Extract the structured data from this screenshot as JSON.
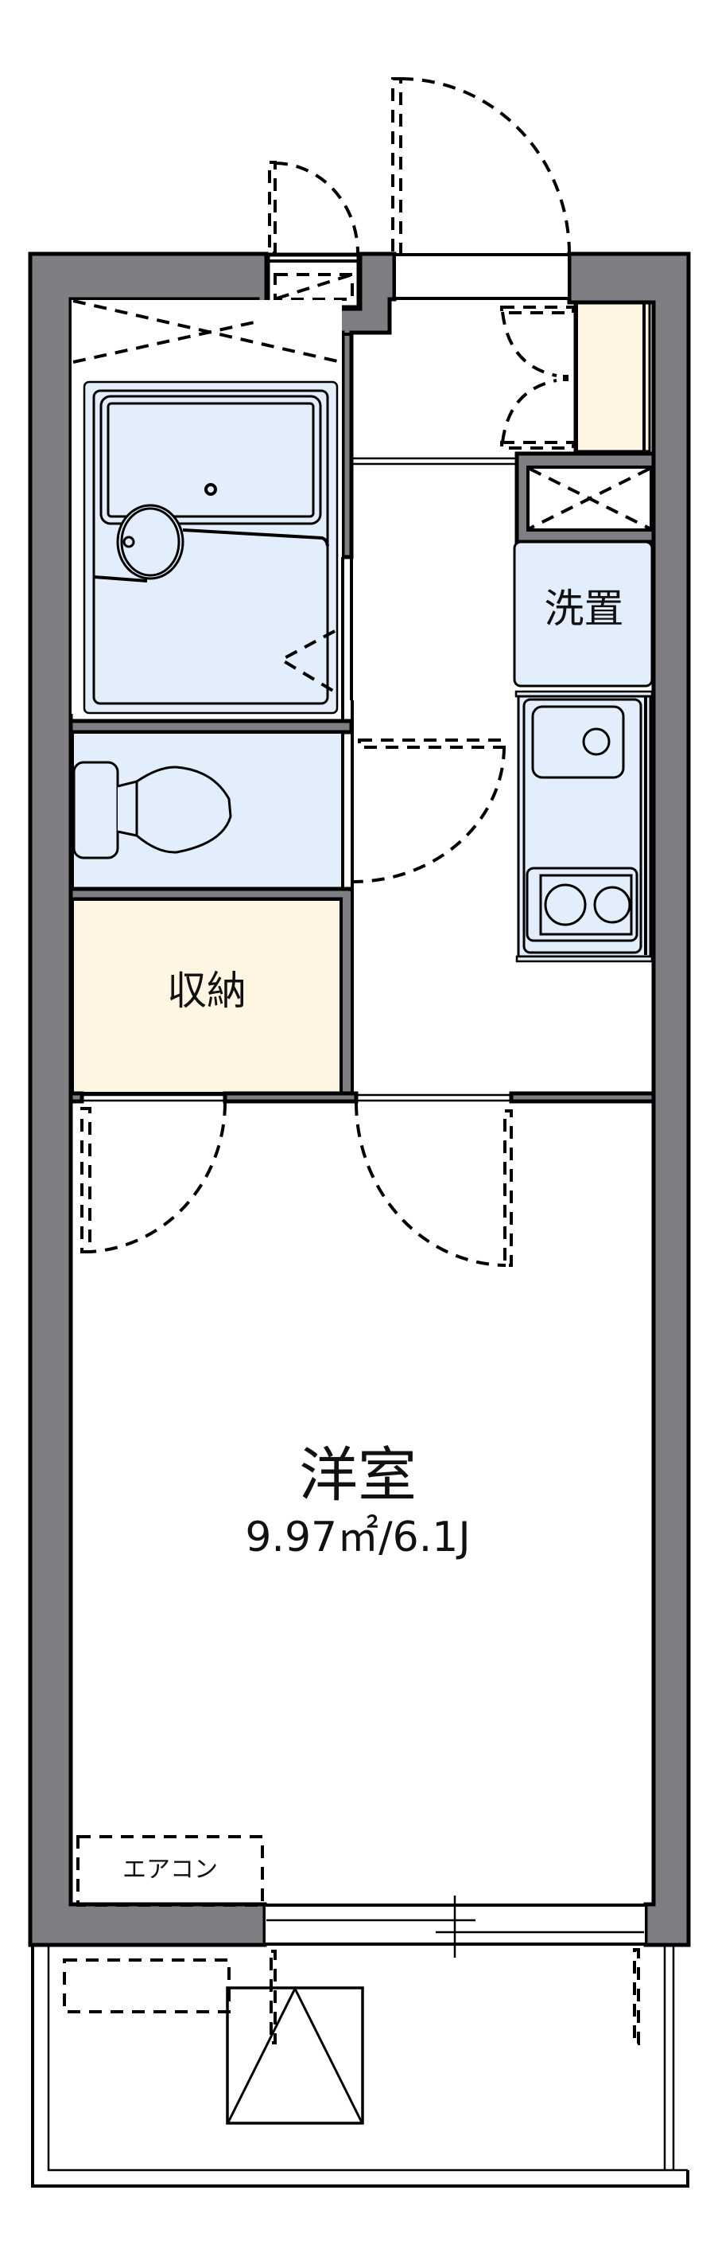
{
  "floorplan": {
    "title": "1K floor plan",
    "rooms": {
      "western_room": {
        "label": "洋室",
        "area": "9.97㎡/6.1J"
      },
      "storage": {
        "label": "収納"
      },
      "washer_space": {
        "label": "洗置"
      },
      "air_conditioner": {
        "label": "エアコン"
      }
    },
    "fixtures": [
      "unit-bath",
      "toilet",
      "kitchen-sink",
      "two-burner-stove",
      "shoe-cabinet",
      "meter-box",
      "balcony-hatch",
      "outdoor-unit-space"
    ],
    "colors": {
      "wall": "#7f7e83",
      "wet_area": "#e3eefc",
      "storage": "#fff5e3",
      "line": "#000000",
      "background": "#ffffff"
    }
  }
}
